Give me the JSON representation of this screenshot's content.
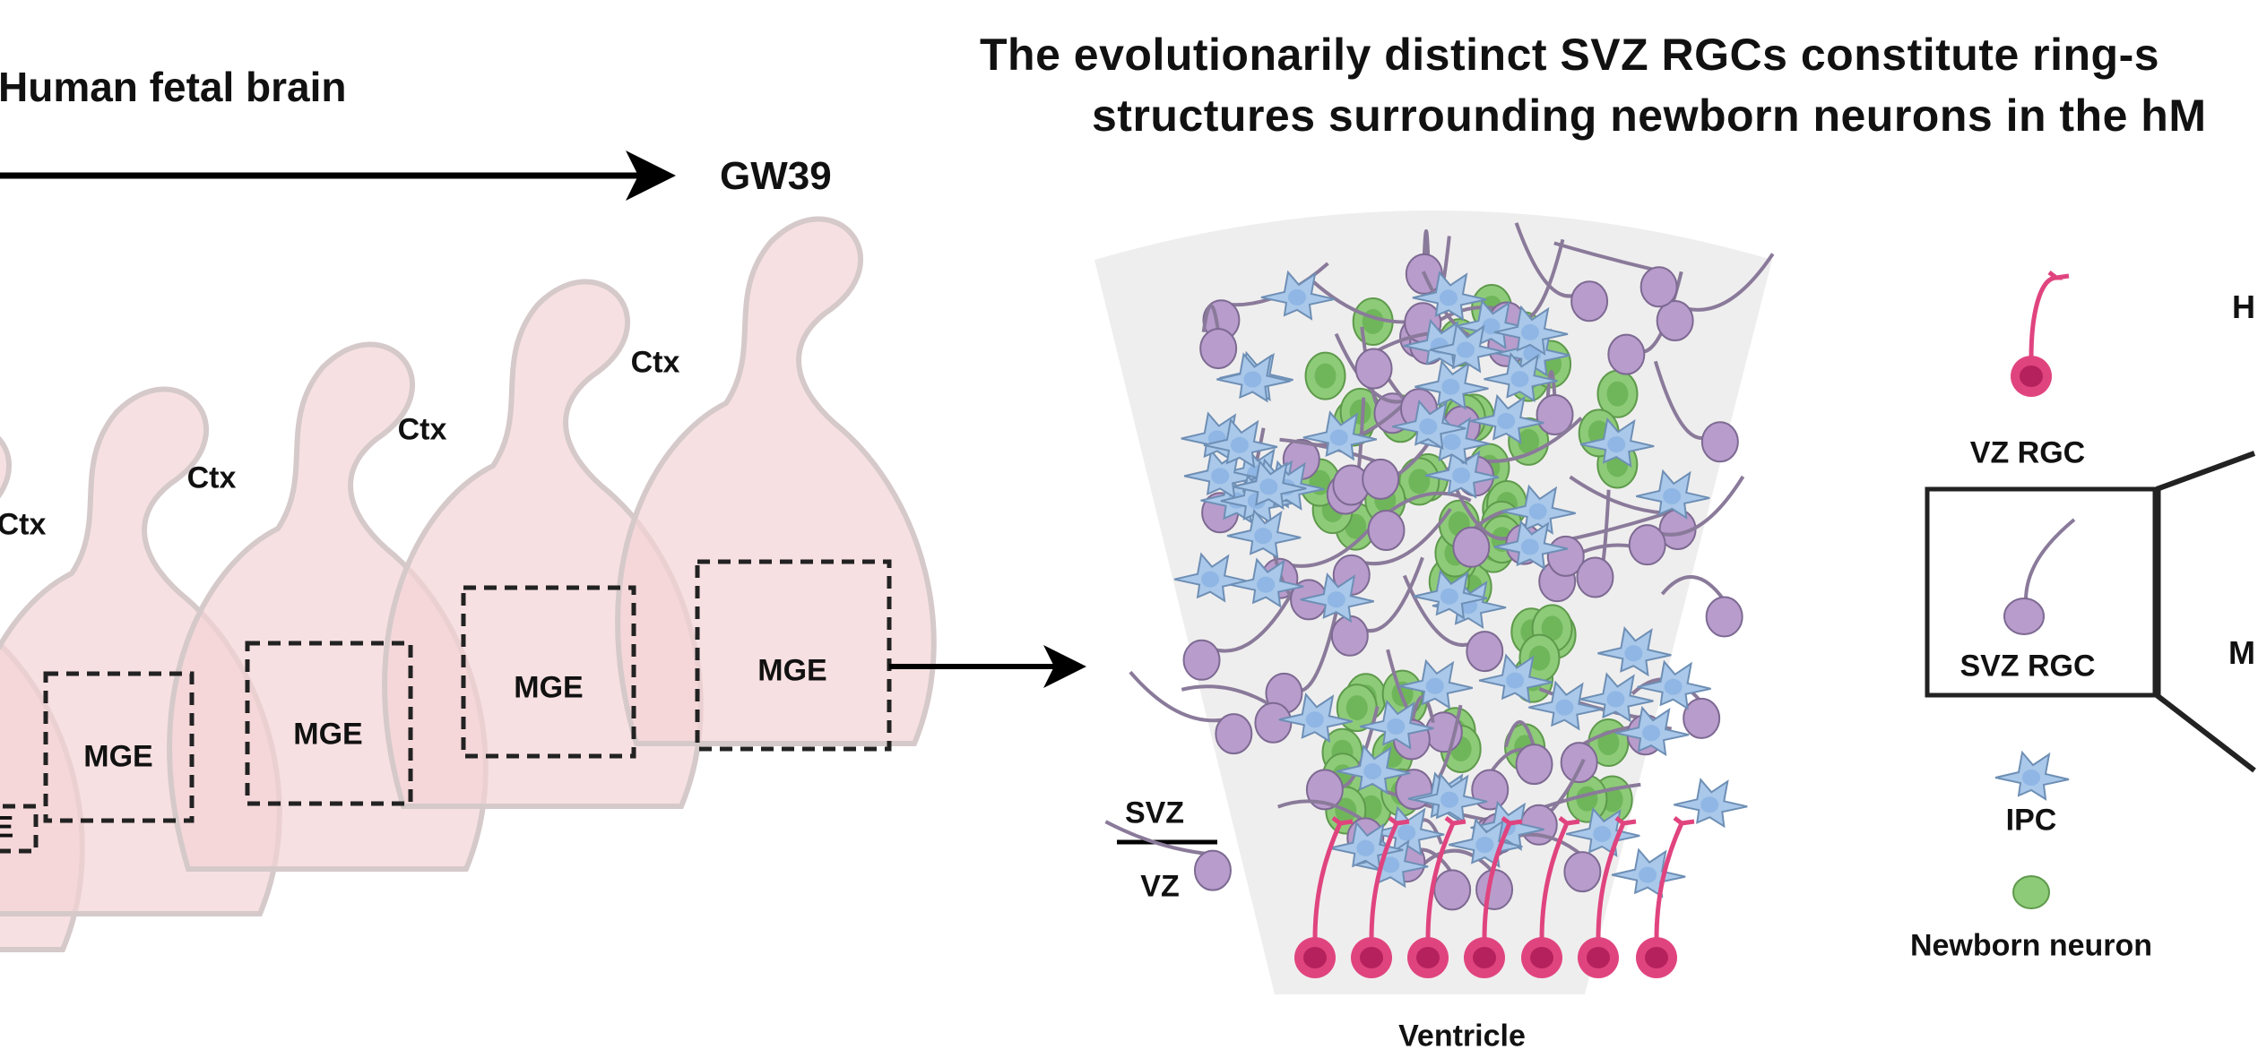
{
  "title": {
    "line1": "The evolutionarily distinct SVZ RGCs constitute ring-s",
    "line2": "structures surrounding newborn neurons in the hM"
  },
  "timeline": {
    "label": "Human fetal brain",
    "end_label": "GW39"
  },
  "sections": {
    "ctx_labels": [
      "Ctx",
      "Ctx",
      "Ctx",
      "Ctx"
    ],
    "mge_labels": [
      "E",
      "MGE",
      "MGE",
      "MGE",
      "MGE"
    ]
  },
  "zoom_view": {
    "svz_label": "SVZ",
    "vz_label": "VZ",
    "ventricle_label": "Ventricle"
  },
  "legend": {
    "vz_rgc": "VZ RGC",
    "svz_rgc": "SVZ RGC",
    "ipc": "IPC",
    "newborn_neuron": "Newborn neuron",
    "cut_label_top": "H",
    "cut_label_mid": "M"
  },
  "colors": {
    "brain_pink": "#f3d3d6",
    "vz_rgc": "#e0447f",
    "svz_rgc": "#b89ccc",
    "ipc": "#a9c8ea",
    "neuron": "#8ecb78",
    "fan": "#efeeee"
  }
}
